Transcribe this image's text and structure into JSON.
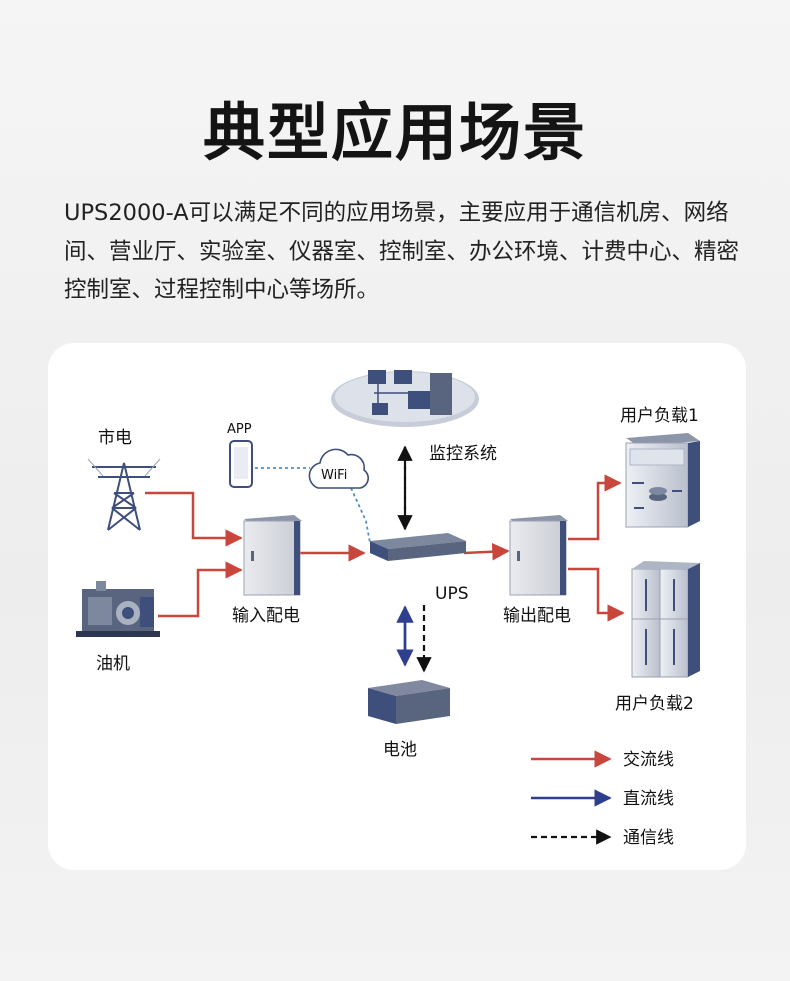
{
  "title": "典型应用场景",
  "description": "UPS2000-A可以满足不同的应用场景，主要应用于通信机房、网络间、营业厅、实验室、仪器室、控制室、办公环境、计费中心、精密控制室、过程控制中心等场所。",
  "diagram": {
    "nodes": {
      "grid": "市电",
      "generator": "油机",
      "app": "APP",
      "wifi": "WiFi",
      "monitor": "监控系统",
      "input_dist": "输入配电",
      "ups": "UPS",
      "battery": "电池",
      "output_dist": "输出配电",
      "load1": "用户负载1",
      "load2": "用户负载2"
    },
    "legend": [
      {
        "label": "交流线",
        "color": "#c9463d",
        "style": "solid"
      },
      {
        "label": "直流线",
        "color": "#2f3f8f",
        "style": "solid"
      },
      {
        "label": "通信线",
        "color": "#111111",
        "style": "dashed"
      }
    ],
    "colors": {
      "ac": "#c9463d",
      "dc": "#2f3f8f",
      "comm": "#111111",
      "wifi_link": "#4a90c8",
      "device_navy": "#3d4f7a"
    }
  }
}
